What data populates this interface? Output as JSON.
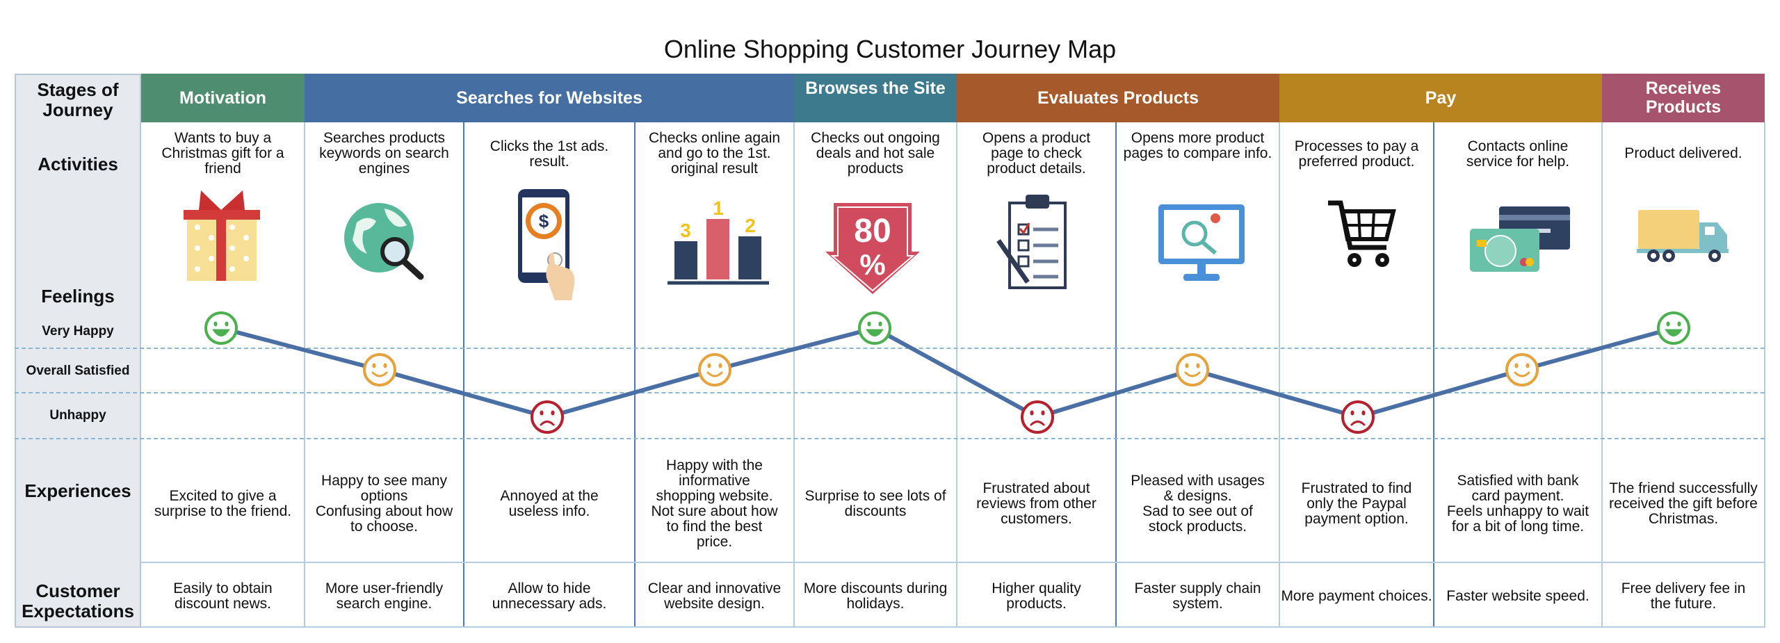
{
  "title": "Online Shopping Customer Journey Map",
  "row_labels": {
    "stages": "Stages of Journey",
    "activities": "Activities",
    "feelings": "Feelings",
    "very_happy": "Very Happy",
    "overall_satisfied": "Overall Satisfied",
    "unhappy": "Unhappy",
    "experiences": "Experiences",
    "expectations": "Customer Expectations"
  },
  "stages": [
    {
      "name": "Motivation",
      "color": "#4e8d6f"
    },
    {
      "name": "Searches for Websites",
      "color": "#456fa2"
    },
    {
      "name": "Browses the Site",
      "color": "#3d7a8e"
    },
    {
      "name": "Evaluates Products",
      "color": "#a65a2b"
    },
    {
      "name": "Pay",
      "color": "#b8841f"
    },
    {
      "name": "Receives Products",
      "color": "#a6546e"
    }
  ],
  "columns": [
    {
      "activity": "Wants to buy a Christmas gift for a friend",
      "icon": "gift-icon",
      "feeling": "very happy",
      "experience": "Excited to give a surprise to the friend.",
      "expectation": "Easily to obtain discount news."
    },
    {
      "activity": "Searches products keywords on search engines",
      "icon": "globe-search-icon",
      "feeling": "overall satisfied",
      "experience": "Happy to see many options\nConfusing about how to choose.",
      "expectation": "More user-friendly search engine."
    },
    {
      "activity": "Clicks the 1st ads. result.",
      "icon": "phone-dollar-icon",
      "feeling": "unhappy",
      "experience": "Annoyed at the useless info.",
      "expectation": "Allow to hide unnecessary ads."
    },
    {
      "activity": "Checks online again and go to the 1st. original result",
      "icon": "ranking-chart-icon",
      "feeling": "overall satisfied",
      "experience": "Happy with the informative shopping website.\nNot sure about how to find the best price.",
      "expectation": "Clear and innovative website design."
    },
    {
      "activity": "Checks out ongoing deals and hot sale products",
      "icon": "discount-arrow-icon",
      "feeling": "very happy",
      "experience": "Surprise to see lots of discounts",
      "expectation": "More discounts during holidays."
    },
    {
      "activity": "Opens a product page to check product details.",
      "icon": "checklist-icon",
      "feeling": "unhappy",
      "experience": "Frustrated about reviews from other customers.",
      "expectation": "Higher quality products."
    },
    {
      "activity": "Opens more product pages to compare info.",
      "icon": "monitor-search-icon",
      "feeling": "overall satisfied",
      "experience": "Pleased with usages & designs.\nSad to see out of stock products.",
      "expectation": "Faster supply chain system."
    },
    {
      "activity": "Processes to pay a preferred product.",
      "icon": "shopping-cart-icon",
      "feeling": "unhappy",
      "experience": "Frustrated to find only the Paypal payment option.",
      "expectation": "More payment choices."
    },
    {
      "activity": "Contacts online service for help.",
      "icon": "credit-card-icon",
      "feeling": "overall satisfied",
      "experience": "Satisfied with bank card payment.\nFeels unhappy to wait for a bit of long time.",
      "expectation": "Faster website speed."
    },
    {
      "activity": "Product delivered.",
      "icon": "delivery-truck-icon",
      "feeling": "very happy",
      "experience": "The friend successfully received the gift before Christmas.",
      "expectation": "Free delivery fee in the future."
    }
  ],
  "discount_text": {
    "number": "80",
    "unit": "%"
  },
  "ranking_labels": [
    "3",
    "1",
    "2"
  ],
  "colors": {
    "feeling_line": "#4a6fa5",
    "very_happy": "#4caf50",
    "satisfied": "#e6a23c",
    "unhappy": "#b5222f"
  }
}
